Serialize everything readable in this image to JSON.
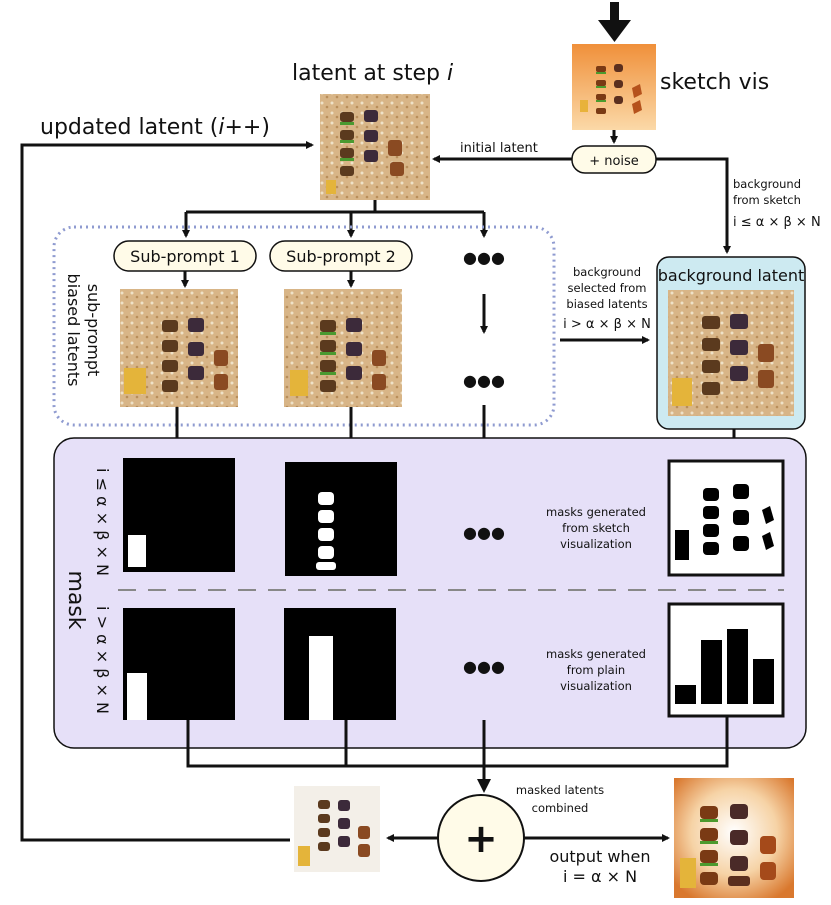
{
  "labels": {
    "latent_at_step": "latent at step",
    "latent_at_step_i": "i",
    "sketch_vis": "sketch vis",
    "updated_latent": "updated latent (",
    "updated_latent_i": "i",
    "updated_latent_tail": "++)",
    "initial_latent": "initial latent",
    "noise": "+ noise",
    "bg_from_sketch_1": "background",
    "bg_from_sketch_2": "from sketch",
    "bg_from_sketch_3": "i ≤ α × β × N",
    "sub_prompt_1": "Sub-prompt 1",
    "sub_prompt_2": "Sub-prompt 2",
    "sub_prompt_side_1": "sub-prompt",
    "sub_prompt_side_2": "biased latents",
    "bg_selected_1": "background",
    "bg_selected_2": "selected from",
    "bg_selected_3": "biased latents",
    "bg_selected_4": "i > α × β × N",
    "background_latent": "background latent",
    "mask": "mask",
    "cond_le": "i ≤ α × β × N",
    "cond_gt": "i > α × β × N",
    "masks_sketch_1": "masks generated",
    "masks_sketch_2": "from sketch",
    "masks_sketch_3": "visualization",
    "masks_plain_1": "masks generated",
    "masks_plain_2": "from plain",
    "masks_plain_3": "visualization",
    "masked_combined_1": "masked latents",
    "masked_combined_2": "combined",
    "output_when_1": "output when",
    "output_when_2": "i = α × N",
    "plus": "+",
    "ellipsis": "●●●"
  },
  "colors": {
    "dotted_border": "#8f9bd0",
    "mask_panel": "#e6e0f8",
    "bg_latent_panel": "#cdeaf1",
    "sketch_bg": "#f5a650",
    "latent_bg": "#ddb98c"
  },
  "plain_mask_bar_levels": [
    0.18,
    0.62,
    0.72,
    0.43
  ]
}
